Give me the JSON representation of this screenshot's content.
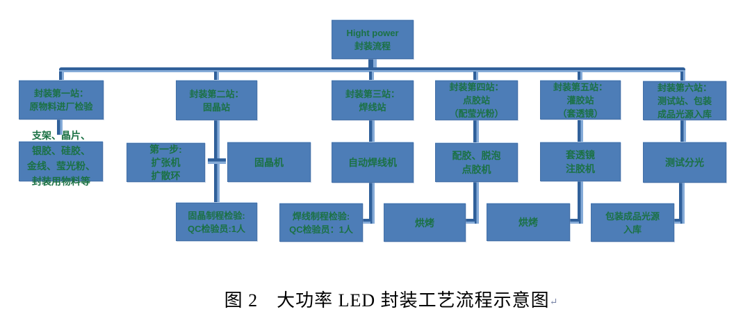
{
  "colors": {
    "box_fill": "#4d7db7",
    "text_green": "#1b7144",
    "line_dark": "#30609a",
    "line_light": "#85abd8",
    "caption_color": "#000000"
  },
  "root": {
    "lines": [
      "Hight power",
      "封装流程"
    ]
  },
  "stations": [
    {
      "lines": [
        "封装第一站：",
        "原物料进厂检验"
      ]
    },
    {
      "lines": [
        "封装第二站：",
        "固晶站"
      ]
    },
    {
      "lines": [
        "封装第三站：",
        "焊线站"
      ]
    },
    {
      "lines": [
        "封装第四站：",
        "点胶站",
        "（配莹光粉）"
      ]
    },
    {
      "lines": [
        "封装第五站：",
        "灌胶站",
        "（套透镜）"
      ]
    },
    {
      "lines": [
        "封装第六站：",
        "测试站、包装",
        "成品光源入库"
      ]
    }
  ],
  "materials": {
    "lines": [
      "支架、晶片、",
      "银胶、硅胶、",
      "金线、莹光粉、",
      "封装用物料等"
    ]
  },
  "process": {
    "step1": {
      "lines": [
        "第一步:",
        "扩张机",
        "扩散环"
      ]
    },
    "die_bonder": {
      "lines": [
        "固晶机"
      ]
    },
    "wire_bonder": {
      "lines": [
        "自动焊线机"
      ]
    },
    "dispenser": {
      "lines": [
        "配胶、脱泡",
        "点胶机"
      ]
    },
    "lens_glue": {
      "lines": [
        "套透镜",
        "注胶机"
      ]
    },
    "test_split": {
      "lines": [
        "测试分光"
      ]
    }
  },
  "inspection": {
    "die_qc": {
      "lines": [
        "固晶制程检验:",
        "QC检验员:1人"
      ]
    },
    "wire_qc": {
      "lines": [
        "焊线制程检验:",
        "QC检验员：1人"
      ]
    },
    "bake1": {
      "lines": [
        "烘烤"
      ]
    },
    "bake2": {
      "lines": [
        "烘烤"
      ]
    },
    "warehouse": {
      "lines": [
        "包装成品光源",
        "入库"
      ]
    }
  },
  "caption": {
    "text": "图 2　大功率 LED 封装工艺流程示意图",
    "return_mark": "↵"
  }
}
